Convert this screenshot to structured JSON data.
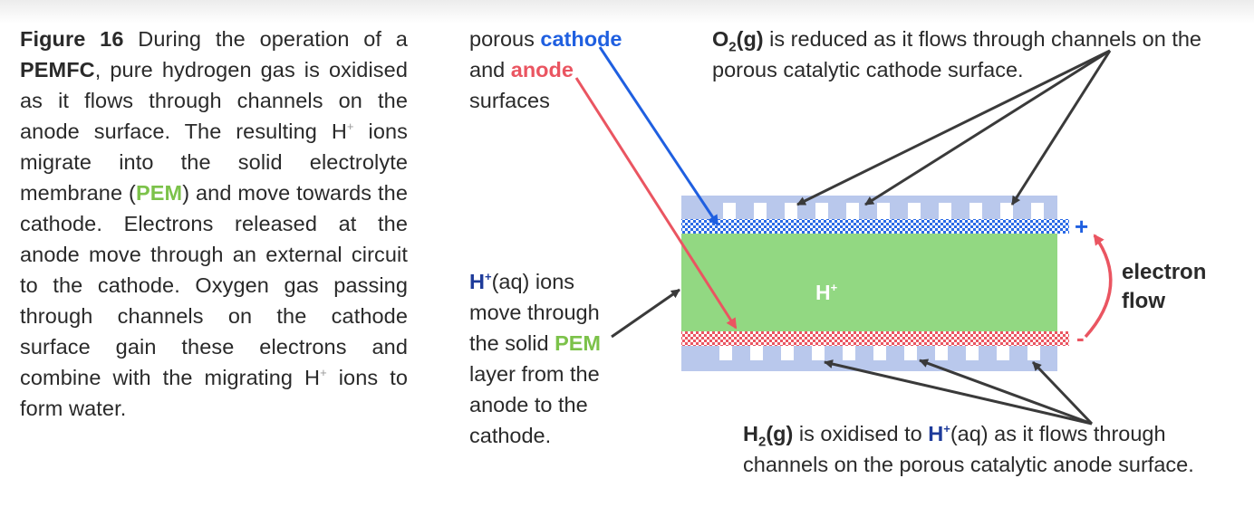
{
  "caption": {
    "figure": "Figure 16",
    "t1": " During the operation of a ",
    "pemfc": "PEMFC",
    "t2": ", pure hydrogen gas is oxidised as it flows through channels on the anode surface. The resulting H",
    "sup": "+",
    "t3": " ions migrate into the solid electrolyte membrane (",
    "pem": "PEM",
    "t4": ") and move towards the cathode. Electrons released at the anode move through an external circuit to the cathode. Oxygen gas passing through channels on the cathode surface gain these electrons and combine with the migrating H",
    "t5": " ions to form water."
  },
  "labels": {
    "porous": "porous ",
    "cathode": "cathode",
    "and": "and ",
    "anode": "anode",
    "surfaces": "surfaces",
    "o2_formula": "O",
    "o2_sub": "2",
    "o2_state": "(g)",
    "o2_rest1": " is reduced as it flows through channels on the",
    "o2_rest2": "porous catalytic cathode surface.",
    "hion_h": "H",
    "hion_sup": "+",
    "hion_1": "(aq) ions",
    "hion_2": "move through",
    "hion_3": "the solid ",
    "hion_pem": "PEM",
    "hion_4": "layer from the",
    "hion_5": "anode to the",
    "hion_6": "cathode.",
    "h2_formula": "H",
    "h2_sub": "2",
    "h2_state": "(g)",
    "h2_mid": " is oxidised to ",
    "h2_h": "H",
    "h2_sup": "+",
    "h2_rest1": "(aq) as it flows through",
    "h2_rest2": "channels on the porous catalytic anode surface.",
    "center_ion": "H",
    "center_sup": "+",
    "plus": "+",
    "minus": "-",
    "electron1": "electron",
    "electron2": "flow"
  },
  "colors": {
    "cathode": "#1f5fe0",
    "anode": "#ea5561",
    "membrane": "#92d882",
    "plate": "#b9c8ec",
    "arrow": "#3a3a3a"
  }
}
